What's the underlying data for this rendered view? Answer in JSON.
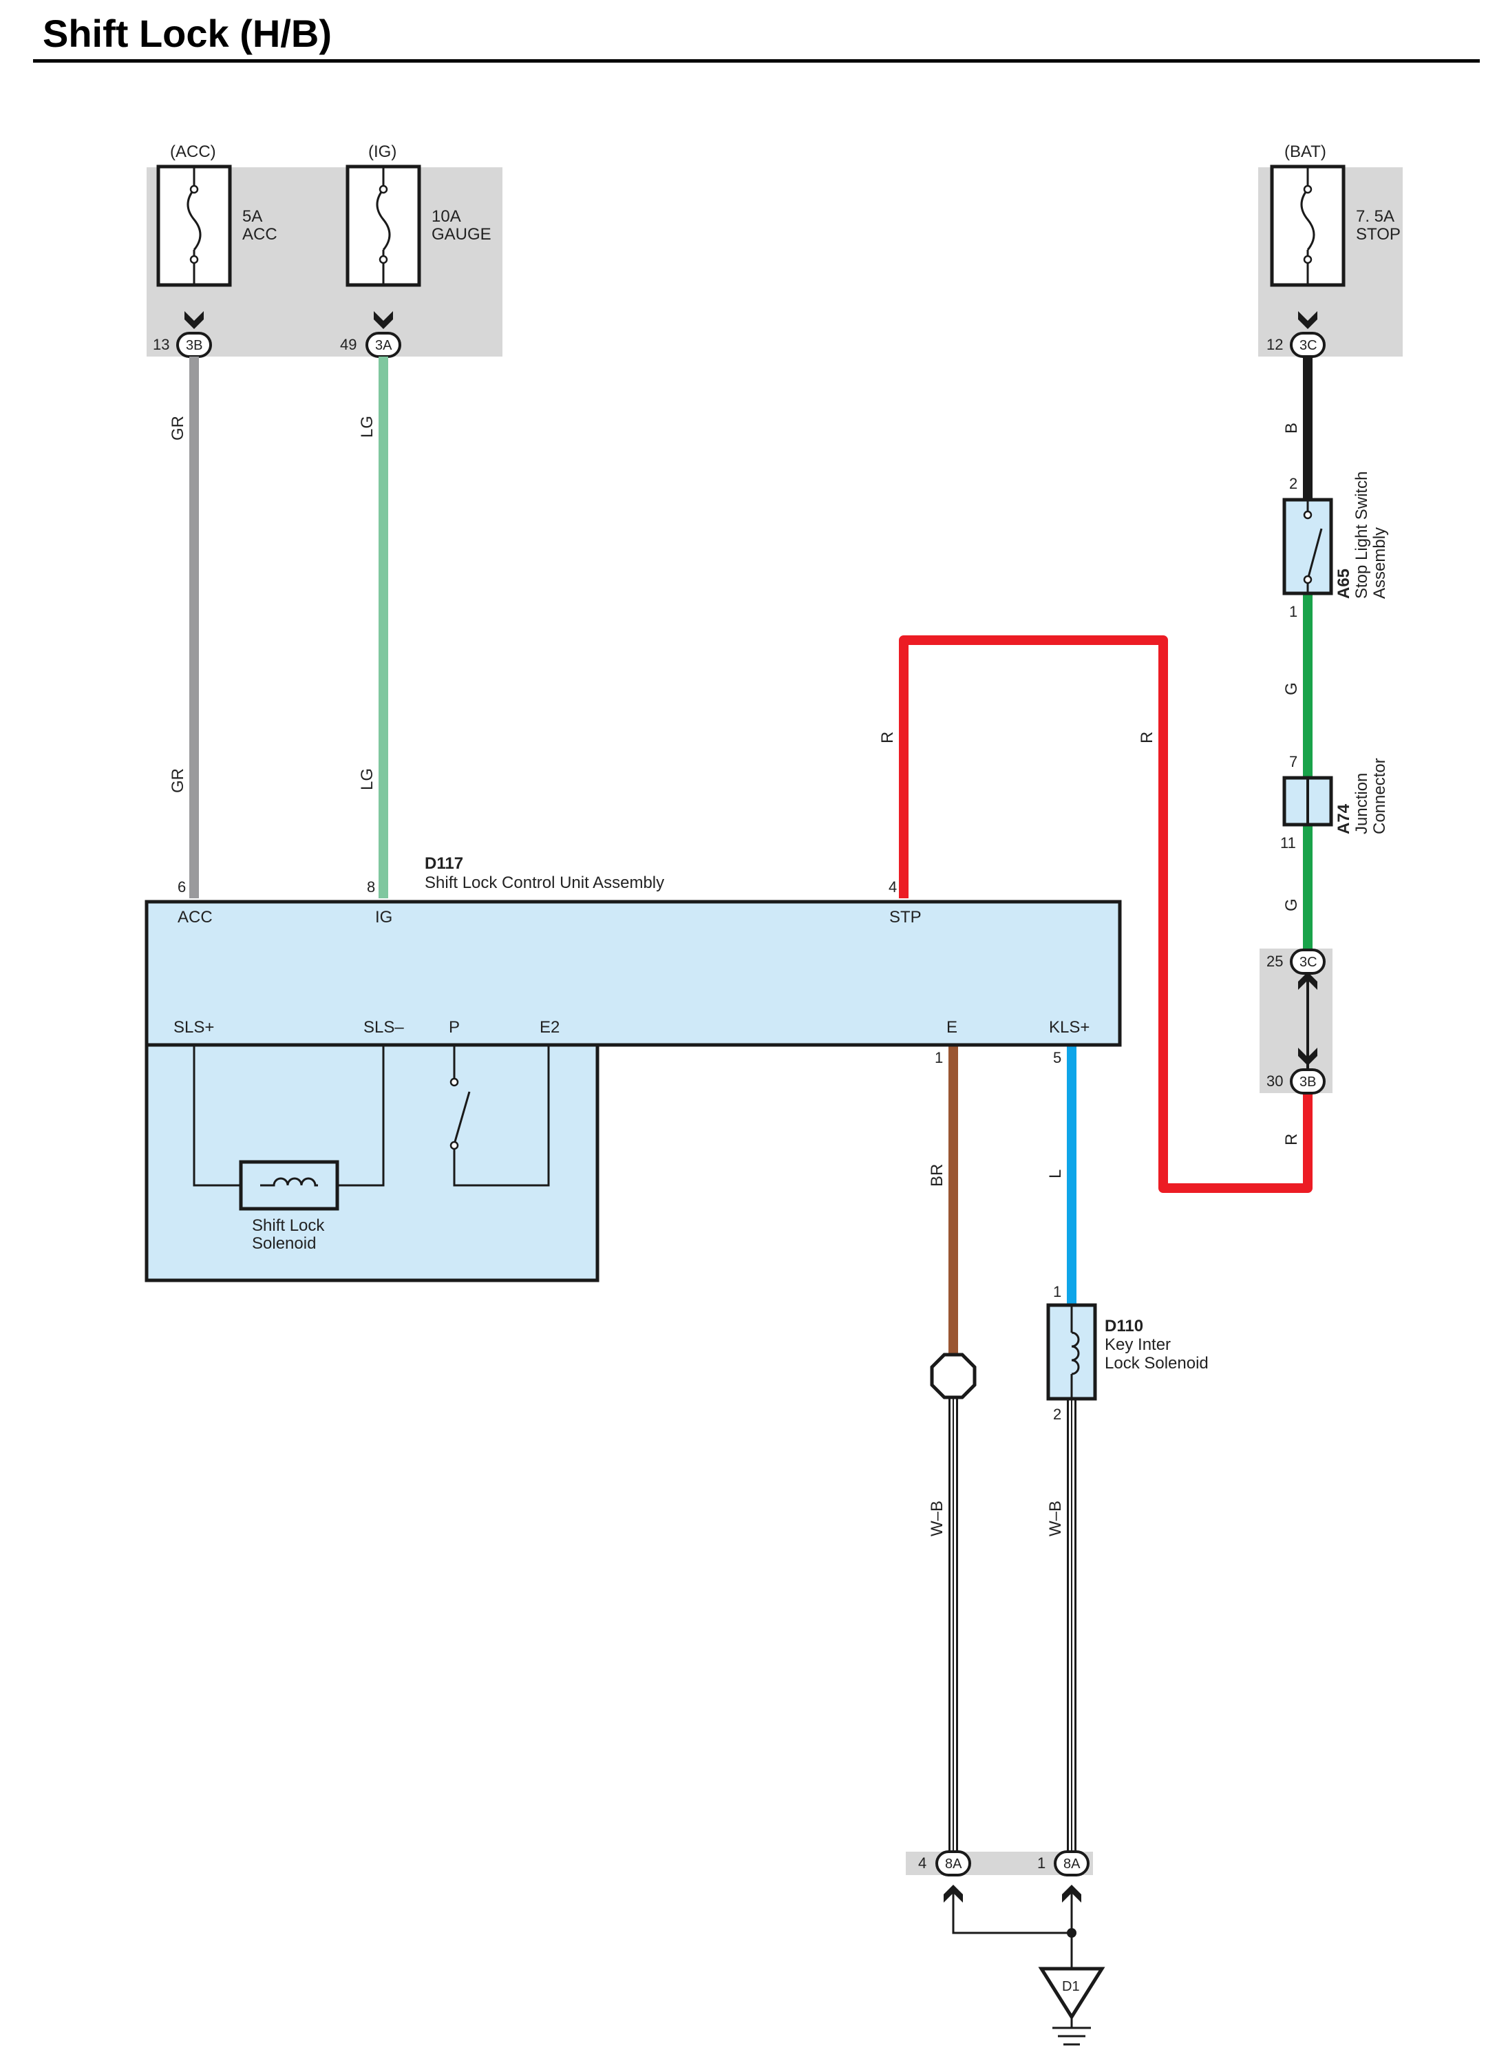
{
  "title": "Shift Lock (H/B)",
  "fuses": [
    {
      "source": "(ACC)",
      "rating": "5A",
      "name": "ACC",
      "pin": "13",
      "connector": "3B"
    },
    {
      "source": "(IG)",
      "rating": "10A",
      "name": "GAUGE",
      "pin": "49",
      "connector": "3A"
    },
    {
      "source": "(BAT)",
      "rating": "7. 5A",
      "name": "STOP",
      "pin": "12",
      "connector": "3C"
    }
  ],
  "wires": {
    "gr": "GR",
    "lg": "LG",
    "b": "B",
    "g": "G",
    "r": "R",
    "br": "BR",
    "l": "L",
    "wb": "W–B"
  },
  "colors": {
    "gr": "#9a9a9c",
    "lg": "#7fc79f",
    "r": "#ec1c24",
    "b": "#1a1a1a",
    "g": "#19a34a",
    "br": "#9a5632",
    "l": "#0ea5e9",
    "component_fill": "#cfe9f8",
    "hb_fill": "#d7d7d7"
  },
  "d117": {
    "id": "D117",
    "name": "Shift Lock Control Unit Assembly",
    "pins": {
      "acc": "6",
      "ig": "8",
      "stp": "4",
      "e": "1",
      "kls": "5"
    },
    "terminals": {
      "acc": "ACC",
      "ig": "IG",
      "stp": "STP",
      "sls_plus": "SLS+",
      "sls_minus": "SLS–",
      "p": "P",
      "e2": "E2",
      "e": "E",
      "kls": "KLS+"
    },
    "solenoid": [
      "Shift Lock",
      "Solenoid"
    ]
  },
  "a65": {
    "id": "A65",
    "name": [
      "Stop Light Switch",
      "Assembly"
    ],
    "pin_top": "2",
    "pin_bottom": "1"
  },
  "a74": {
    "id": "A74",
    "name": [
      "Junction",
      "Connector"
    ],
    "pin_top": "7",
    "pin_bottom": "11"
  },
  "hb_connectors": {
    "c25": {
      "pin": "25",
      "connector": "3C"
    },
    "c30": {
      "pin": "30",
      "connector": "3B"
    },
    "g4": {
      "pin": "4",
      "connector": "8A"
    },
    "g1": {
      "pin": "1",
      "connector": "8A"
    }
  },
  "d110": {
    "id": "D110",
    "name": [
      "Key Inter",
      "Lock Solenoid"
    ],
    "pin_top": "1",
    "pin_bottom": "2"
  },
  "ground": {
    "id": "D1"
  }
}
